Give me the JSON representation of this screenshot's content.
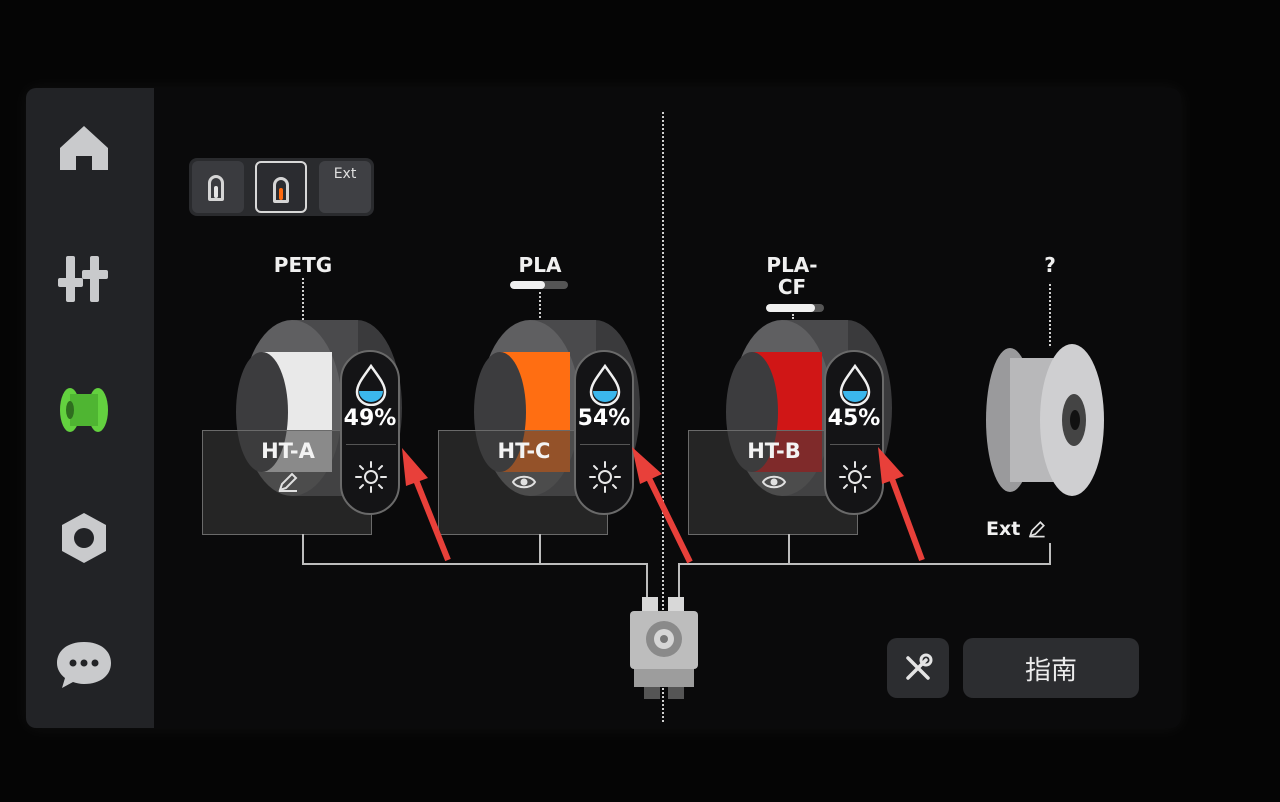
{
  "sidebar": {
    "items": [
      {
        "name": "home",
        "icon": "home-icon"
      },
      {
        "name": "controls",
        "icon": "sliders-icon"
      },
      {
        "name": "filament",
        "icon": "filament-spool-icon",
        "active": true,
        "color": "#63d13f"
      },
      {
        "name": "settings",
        "icon": "hex-nut-icon"
      },
      {
        "name": "messages",
        "icon": "chat-bubble-icon"
      }
    ]
  },
  "switcher": {
    "items": [
      {
        "name": "unit-1",
        "fill_color": "#e6e6e6"
      },
      {
        "name": "unit-2",
        "fill_color": "#ff6a10",
        "active": true
      }
    ],
    "ext_label": "Ext"
  },
  "slots": [
    {
      "material": "PETG",
      "unit_name": "HT-A",
      "humidity": "49%",
      "spool_color": "#e9e9e9",
      "action_icon": "pencil-icon",
      "remaining": null
    },
    {
      "material": "PLA",
      "unit_name": "HT-C",
      "humidity": "54%",
      "spool_color": "#ff6e12",
      "action_icon": "eye-icon",
      "remaining": 0.6
    },
    {
      "material": "PLA-\nCF",
      "unit_name": "HT-B",
      "humidity": "45%",
      "spool_color": "#d01616",
      "action_icon": "eye-icon",
      "remaining": 0.85
    }
  ],
  "external": {
    "material": "?",
    "label": "Ext",
    "icon": "pencil-icon"
  },
  "buttons": {
    "tools_icon": "tools-icon",
    "guide_label": "指南"
  },
  "colors": {
    "accent_green": "#63d13f",
    "humidity_blue": "#3bb7ec",
    "annotation_red": "#e8403a"
  }
}
